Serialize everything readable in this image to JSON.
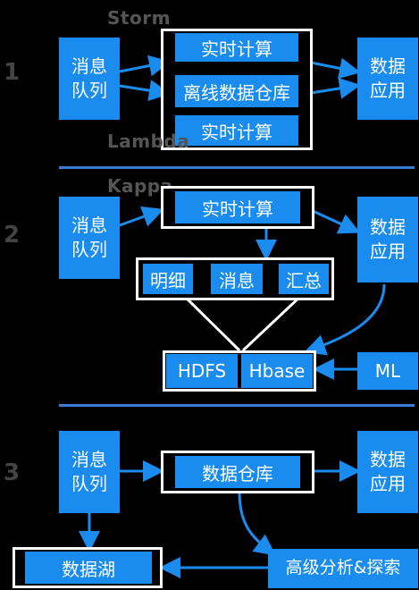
{
  "section1": {
    "number": "1",
    "label_top": "Storm",
    "label_bottom": "Lambda",
    "source": "消息\n队列",
    "stages": [
      "实时计算",
      "离线数据仓库",
      "实时计算"
    ],
    "target": "数据\n应用"
  },
  "section2": {
    "number": "2",
    "label_top": "Kappa",
    "source": "消息\n队列",
    "compute": "实时计算",
    "pipeline": [
      "明细",
      "消息",
      "汇总"
    ],
    "storage": [
      "HDFS",
      "Hbase"
    ],
    "target": "数据\n应用",
    "ml": "ML"
  },
  "section3": {
    "number": "3",
    "source": "消息\n队列",
    "warehouse": "数据仓库",
    "target": "数据\n应用",
    "lake": "数据湖",
    "analysis": "高级分析&探索"
  },
  "colors": {
    "box_blue": "#1a8cf0",
    "divider": "#3a7bd5",
    "background": "#000000"
  }
}
